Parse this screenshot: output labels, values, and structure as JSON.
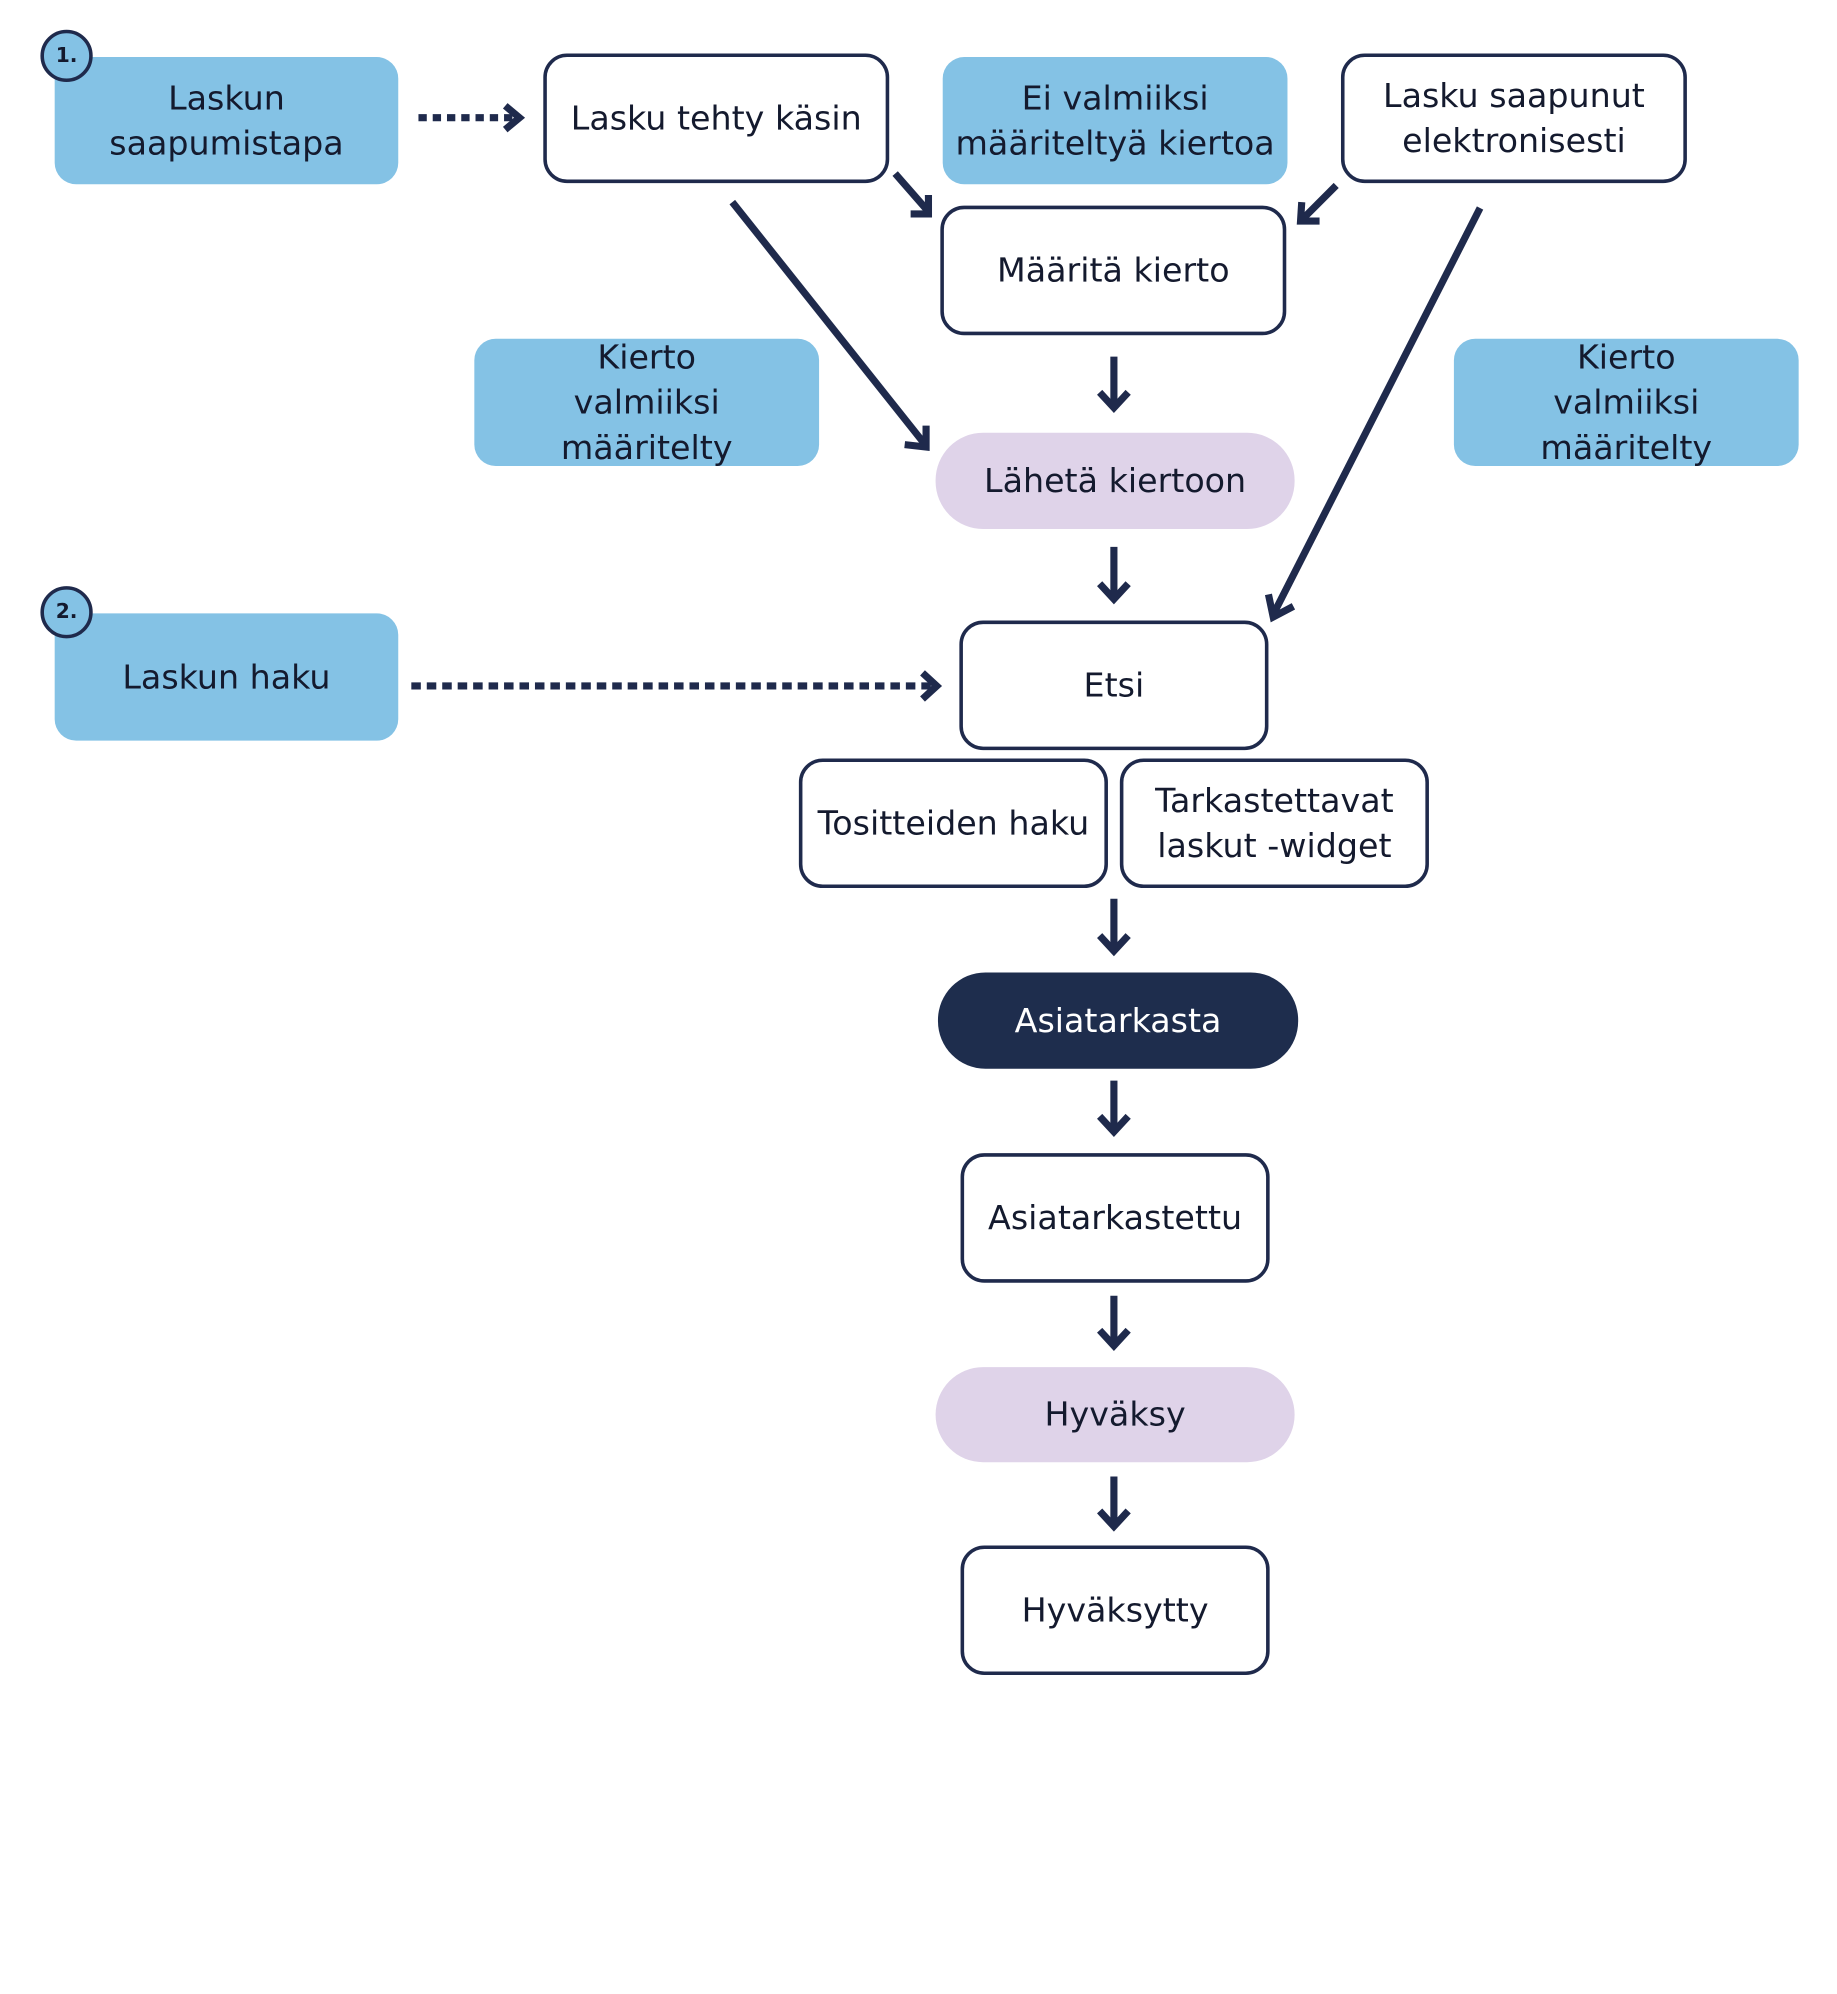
{
  "badges": {
    "step1": "1.",
    "step2": "2."
  },
  "nodes": {
    "arrival_method": "Laskun saapumistapa",
    "manual_invoice": "Lasku tehty käsin",
    "no_predefined_route": "Ei valmiiksi määriteltyä kiertoa",
    "electronic_invoice": "Lasku saapunut elektronisesti",
    "define_route": "Määritä kierto",
    "route_predefined_left": "Kierto valmiiksi määritelty",
    "route_predefined_right": "Kierto valmiiksi määritelty",
    "send_to_route": "Lähetä kiertoon",
    "invoice_search": "Laskun haku",
    "search": "Etsi",
    "voucher_search": "Tositteiden haku",
    "invoices_to_review_widget": "Tarkastettavat laskut -widget",
    "review": "Asiatarkasta",
    "reviewed": "Asiatarkastettu",
    "approve": "Hyväksy",
    "approved": "Hyväksytty"
  },
  "colors": {
    "navy": "#1f2a4c",
    "blue_box": "#84c2e5",
    "lilac_box": "#dfd3e9",
    "dark_box": "#1e2d4d",
    "white": "#ffffff"
  }
}
